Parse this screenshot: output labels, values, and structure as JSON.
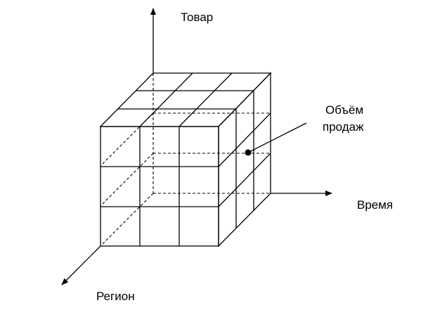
{
  "axes": {
    "product": "Товар",
    "time": "Время",
    "region": "Регион"
  },
  "annotation": {
    "line1": "Объём",
    "line2": "продаж"
  },
  "colors": {
    "stroke": "#000000",
    "background": "#ffffff"
  }
}
